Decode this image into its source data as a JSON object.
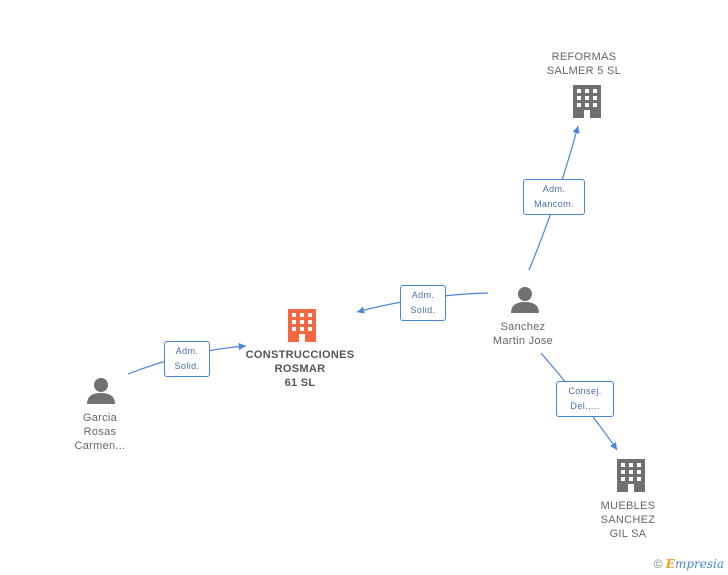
{
  "colors": {
    "main_company": "#f4673f",
    "company": "#707070",
    "person": "#707070",
    "edge": "#4a86d8"
  },
  "nodes": {
    "main": {
      "label_lines": [
        "CONSTRUCCIONES",
        "ROSMAR",
        "61 SL"
      ],
      "icon": "building-icon"
    },
    "reformas": {
      "label_lines": [
        "REFORMAS",
        "SALMER 5  SL"
      ],
      "icon": "building-icon"
    },
    "muebles": {
      "label_lines": [
        "MUEBLES",
        "SANCHEZ",
        "GIL SA"
      ],
      "icon": "building-icon"
    },
    "sanchez": {
      "label_lines": [
        "Sanchez",
        "Martin Jose"
      ],
      "icon": "person-icon"
    },
    "garcia": {
      "label_lines": [
        "Garcia",
        "Rosas",
        "Carmen..."
      ],
      "icon": "person-icon"
    }
  },
  "edges": {
    "garcia_main": {
      "label_lines": [
        "Adm.",
        "Solid."
      ]
    },
    "sanchez_main": {
      "label_lines": [
        "Adm.",
        "Solid."
      ]
    },
    "sanchez_reformas": {
      "label_lines": [
        "Adm.",
        "Mancom."
      ]
    },
    "sanchez_muebles": {
      "label_lines": [
        "Consej.",
        "Del.,..."
      ]
    }
  },
  "brand": {
    "copyright": "©",
    "initial": "E",
    "rest": "mpresia"
  }
}
